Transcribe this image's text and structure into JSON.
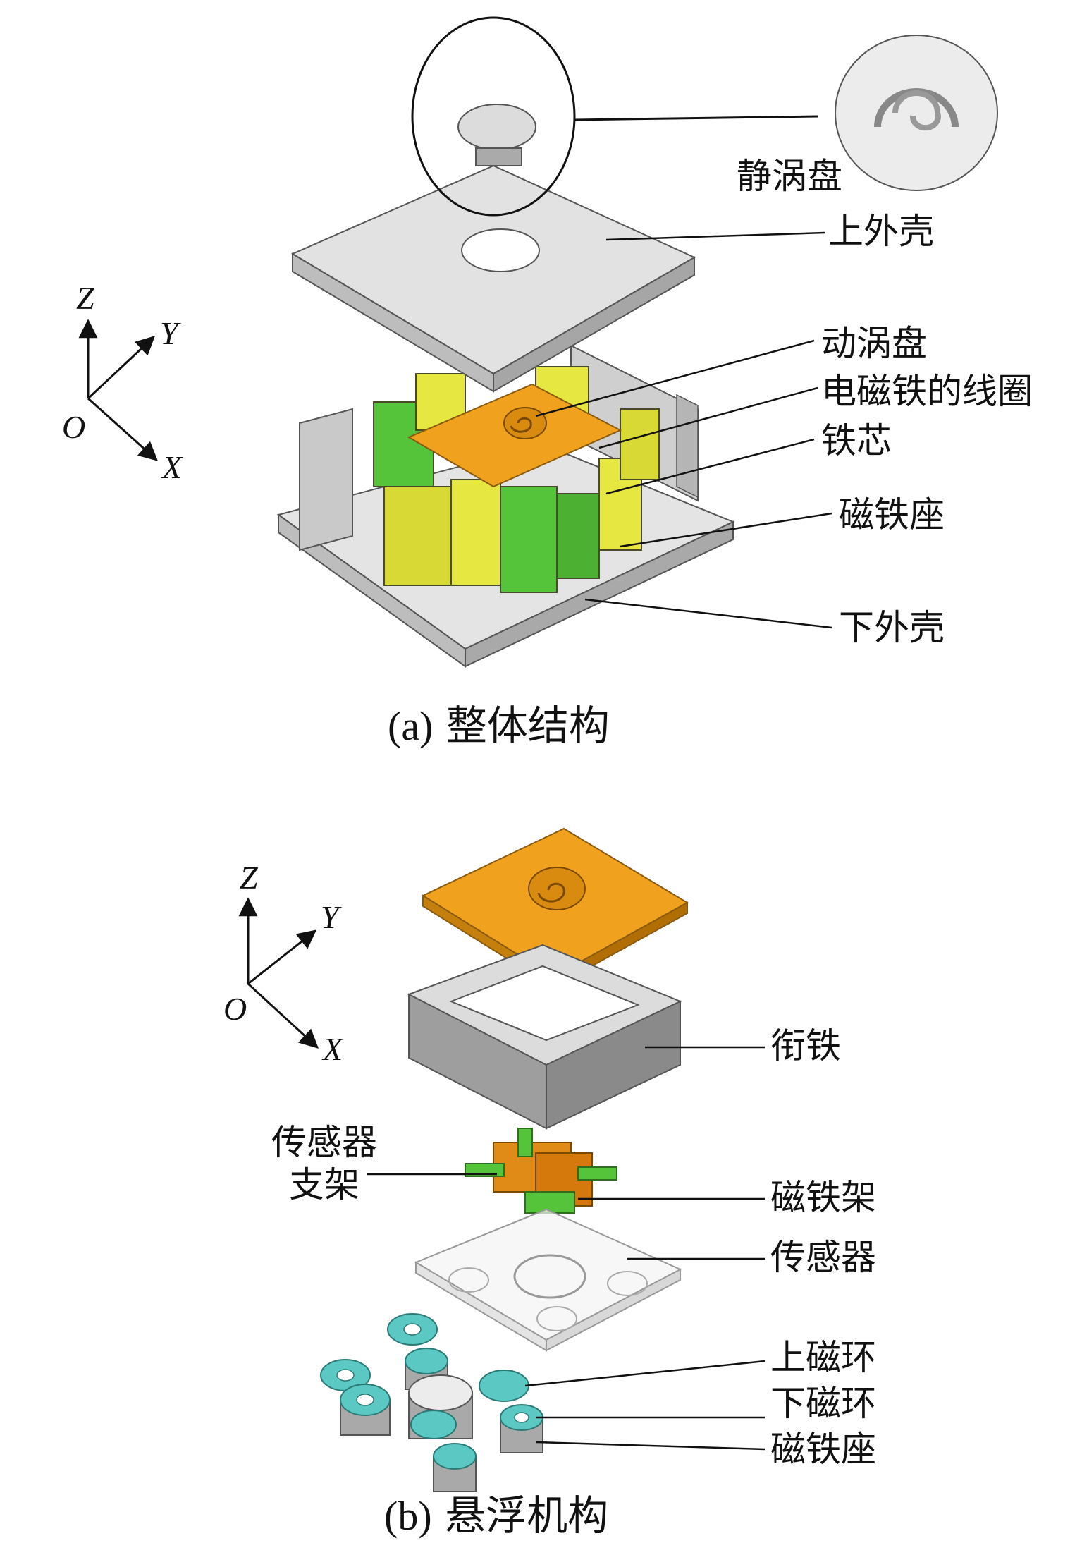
{
  "panel_a": {
    "caption_prefix": "(a)",
    "caption_text": "整体结构",
    "axes": {
      "z": "Z",
      "y": "Y",
      "o": "O",
      "x": "X"
    },
    "labels": [
      "静涡盘",
      "上外壳",
      "动涡盘",
      "电磁铁的线圈",
      "铁芯",
      "磁铁座",
      "下外壳"
    ]
  },
  "panel_b": {
    "caption_prefix": "(b)",
    "caption_text": "悬浮机构",
    "axes": {
      "z": "Z",
      "y": "Y",
      "o": "O",
      "x": "X"
    },
    "labels": [
      "衔铁",
      "传感器",
      "支架",
      "磁铁架",
      "传感器",
      "上磁环",
      "下磁环",
      "磁铁座"
    ]
  },
  "colors": {
    "orange": "#f0a21e",
    "yellow": "#e4e43c",
    "green": "#56c43a",
    "gray": "#d6d6d6",
    "teal": "#5cc8c4"
  }
}
